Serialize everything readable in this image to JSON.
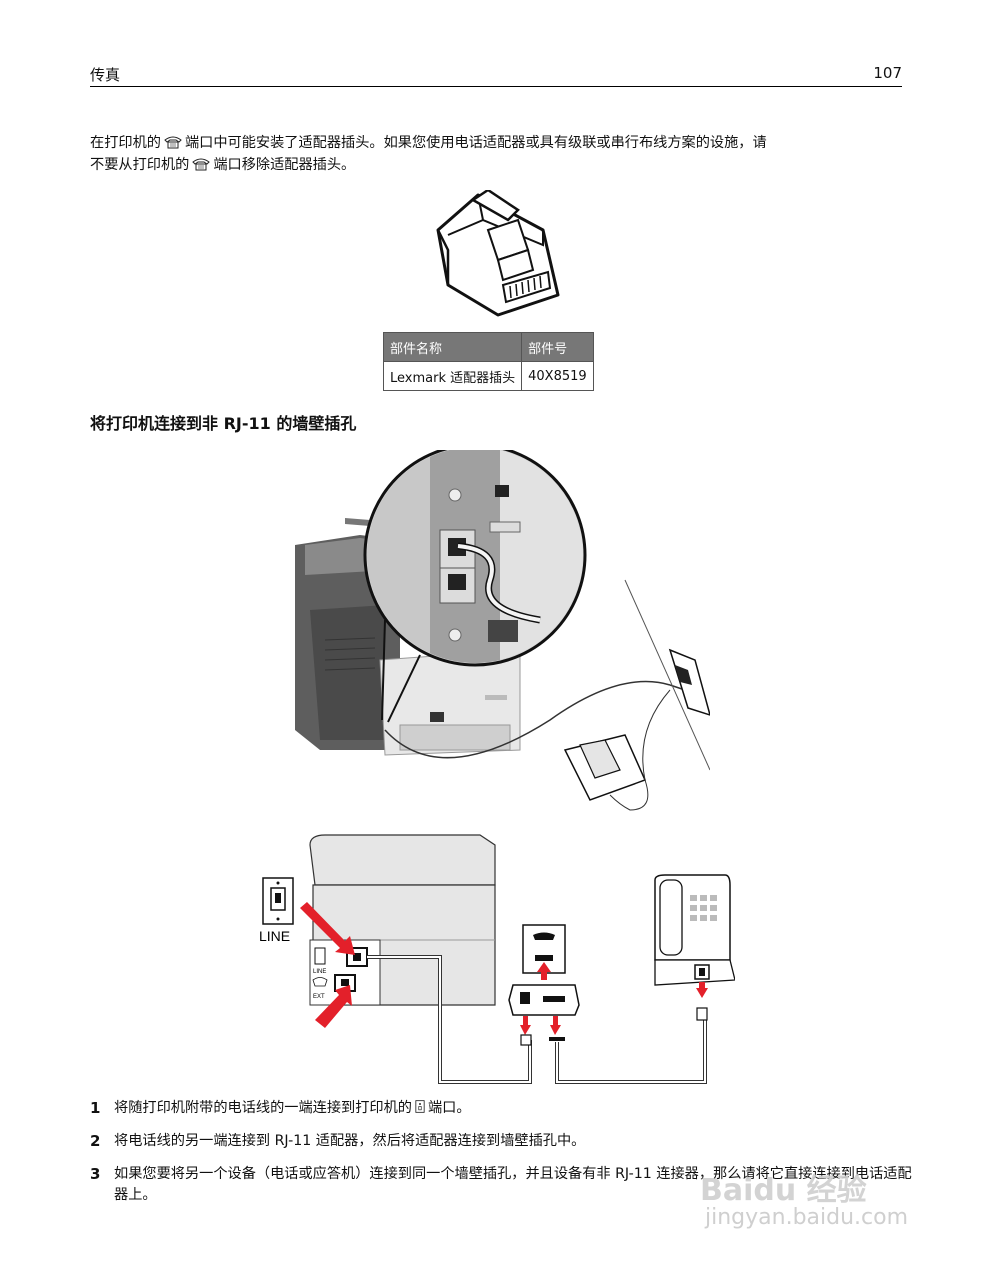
{
  "header": {
    "section": "传真",
    "page_number": "107"
  },
  "intro": {
    "part1": "在打印机的",
    "part2": "端口中可能安装了适配器插头。如果您使用电话适配器或具有级联或串行布线方案的设施，请",
    "part3": "不要从打印机的",
    "part4": "端口移除适配器插头。",
    "icon": "phone-port-icon"
  },
  "parts_table": {
    "headers": [
      "部件名称",
      "部件号"
    ],
    "rows": [
      [
        "Lexmark 适配器插头",
        "40X8519"
      ]
    ]
  },
  "subheading": "将打印机连接到非 RJ-11 的墙壁插孔",
  "diagram_labels": {
    "line": "LINE",
    "line_small": "LINE",
    "ext_small": "EXT"
  },
  "steps": [
    {
      "num": "1",
      "text_a": "将随打印机附带的电话线的一端连接到打印机的",
      "text_b": "端口。",
      "icon": "line-port-icon"
    },
    {
      "num": "2",
      "text": "将电话线的另一端连接到 RJ-11 适配器，然后将适配器连接到墙壁插孔中。"
    },
    {
      "num": "3",
      "text": "如果您要将另一个设备（电话或应答机）连接到同一个墙壁插孔，并且设备有非 RJ-11 连接器，那么请将它直接连接到电话适配器上。"
    }
  ],
  "watermark": {
    "brand": "Baidu 经验",
    "url": "jingyan.baidu.com"
  },
  "colors": {
    "arrow": "#e3202a",
    "table_header": "#777777"
  }
}
